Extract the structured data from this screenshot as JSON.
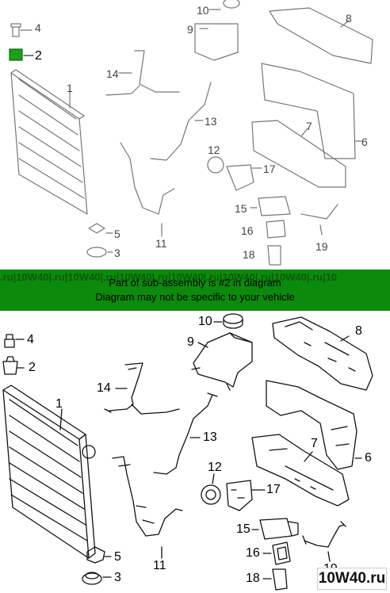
{
  "banner": {
    "line1": "Part of sub-assembly is #2 in diagram",
    "line2": "Diagram may not be specific to your vehicle",
    "watermark": ".ru|10W40|.ru|10W40|.ru|10W40|.ru|10W40|.ru|10W40|.ru|10W40|.ru|10"
  },
  "callouts": [
    "1",
    "2",
    "3",
    "4",
    "5",
    "6",
    "7",
    "8",
    "9",
    "10",
    "11",
    "12",
    "13",
    "14",
    "15",
    "16",
    "17",
    "18",
    "19"
  ],
  "logo": "10W40.ru",
  "colors": {
    "banner": "#0c8a0c",
    "highlight": "#0c8a0c"
  }
}
